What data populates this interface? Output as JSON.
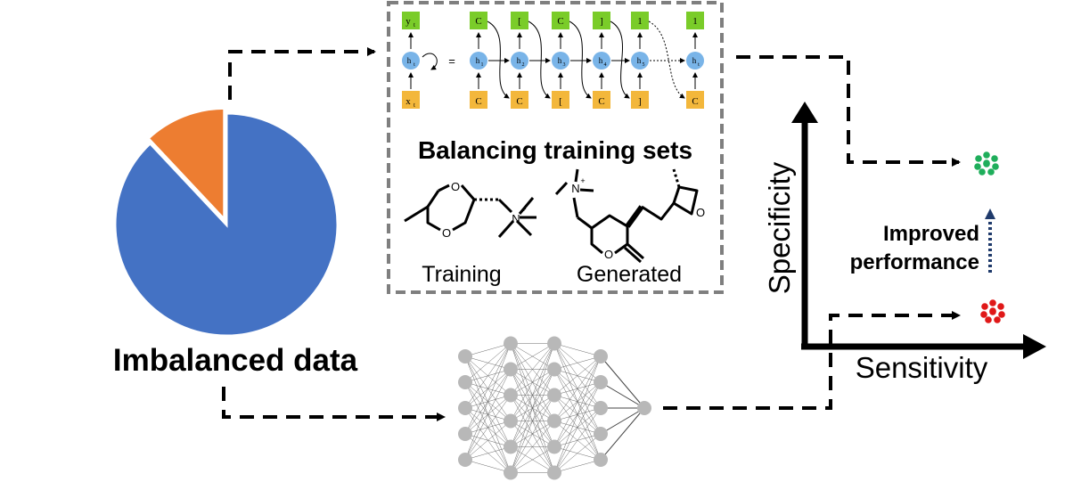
{
  "pie": {
    "label": "Imbalanced data",
    "slices": [
      {
        "name": "majority",
        "fraction": 0.88,
        "color": "#4472C4"
      },
      {
        "name": "minority",
        "fraction": 0.12,
        "color": "#ED7D31"
      }
    ]
  },
  "rnn": {
    "left_cell": {
      "top": "y",
      "top_sub": "t",
      "hidden": "h",
      "hidden_sub": "t",
      "bottom": "x",
      "bottom_sub": "t"
    },
    "equals": "=",
    "steps": [
      {
        "out": "C",
        "h": "1",
        "in": "C"
      },
      {
        "out": "[",
        "h": "2",
        "in": "C"
      },
      {
        "out": "C",
        "h": "3",
        "in": "["
      },
      {
        "out": "]",
        "h": "4",
        "in": "C"
      },
      {
        "out": "1",
        "h": "5",
        "in": "]"
      },
      {
        "out": "1",
        "h": "t",
        "in": "C"
      }
    ]
  },
  "balancing": {
    "title": "Balancing training sets",
    "training_label": "Training",
    "generated_label": "Generated",
    "atom_o": "O",
    "atom_n": "N",
    "plus": "+"
  },
  "nn": {
    "layers": [
      5,
      6,
      6,
      5,
      1
    ]
  },
  "plot": {
    "xlabel": "Sensitivity",
    "ylabel": "Specificity",
    "annotation_line1": "Improved",
    "annotation_line2": "performance"
  },
  "colors": {
    "green_box": "#7ACC29",
    "yellow_box": "#F3B73B",
    "hidden_node": "#79B4E8",
    "good_dots": "#1FAE5B",
    "bad_dots": "#E01818",
    "arrow_blue": "#1F3A6B",
    "nn_node": "#B8B8B8"
  }
}
